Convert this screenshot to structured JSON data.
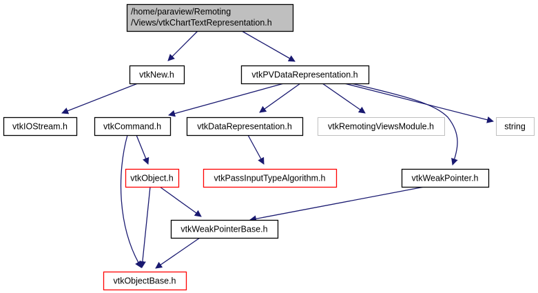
{
  "diagram": {
    "type": "include-dependency-graph",
    "colors": {
      "edge": "#191970",
      "root_fill": "#bfbfbf",
      "root_border": "#000000",
      "normal_border": "#000000",
      "truncated_border": "#ff0000",
      "external_border": "#bfbfbf",
      "node_fill": "#ffffff"
    },
    "nodes": [
      {
        "id": "root",
        "label_lines": [
          "/home/paraview/Remoting",
          "/Views/vtkChartTextRepresentation.h"
        ],
        "kind": "root"
      },
      {
        "id": "vtkNew",
        "label_lines": [
          "vtkNew.h"
        ],
        "kind": "normal"
      },
      {
        "id": "vtkPVDataRepresentation",
        "label_lines": [
          "vtkPVDataRepresentation.h"
        ],
        "kind": "normal"
      },
      {
        "id": "vtkIOStream",
        "label_lines": [
          "vtkIOStream.h"
        ],
        "kind": "normal"
      },
      {
        "id": "vtkCommand",
        "label_lines": [
          "vtkCommand.h"
        ],
        "kind": "normal"
      },
      {
        "id": "vtkDataRepresentation",
        "label_lines": [
          "vtkDataRepresentation.h"
        ],
        "kind": "normal"
      },
      {
        "id": "vtkRemotingViewsModule",
        "label_lines": [
          "vtkRemotingViewsModule.h"
        ],
        "kind": "external"
      },
      {
        "id": "string",
        "label_lines": [
          "string"
        ],
        "kind": "external"
      },
      {
        "id": "vtkObject",
        "label_lines": [
          "vtkObject.h"
        ],
        "kind": "truncated"
      },
      {
        "id": "vtkPassInputTypeAlgorithm",
        "label_lines": [
          "vtkPassInputTypeAlgorithm.h"
        ],
        "kind": "truncated"
      },
      {
        "id": "vtkWeakPointer",
        "label_lines": [
          "vtkWeakPointer.h"
        ],
        "kind": "normal"
      },
      {
        "id": "vtkWeakPointerBase",
        "label_lines": [
          "vtkWeakPointerBase.h"
        ],
        "kind": "normal"
      },
      {
        "id": "vtkObjectBase",
        "label_lines": [
          "vtkObjectBase.h"
        ],
        "kind": "truncated"
      }
    ],
    "edges": [
      {
        "from": "root",
        "to": "vtkNew"
      },
      {
        "from": "root",
        "to": "vtkPVDataRepresentation"
      },
      {
        "from": "vtkNew",
        "to": "vtkIOStream"
      },
      {
        "from": "vtkPVDataRepresentation",
        "to": "vtkCommand"
      },
      {
        "from": "vtkPVDataRepresentation",
        "to": "vtkDataRepresentation"
      },
      {
        "from": "vtkPVDataRepresentation",
        "to": "vtkRemotingViewsModule"
      },
      {
        "from": "vtkPVDataRepresentation",
        "to": "string"
      },
      {
        "from": "vtkPVDataRepresentation",
        "to": "vtkWeakPointer"
      },
      {
        "from": "vtkCommand",
        "to": "vtkObject"
      },
      {
        "from": "vtkCommand",
        "to": "vtkObjectBase"
      },
      {
        "from": "vtkDataRepresentation",
        "to": "vtkPassInputTypeAlgorithm"
      },
      {
        "from": "vtkObject",
        "to": "vtkWeakPointerBase"
      },
      {
        "from": "vtkObject",
        "to": "vtkObjectBase"
      },
      {
        "from": "vtkWeakPointer",
        "to": "vtkWeakPointerBase"
      },
      {
        "from": "vtkWeakPointerBase",
        "to": "vtkObjectBase"
      }
    ]
  }
}
